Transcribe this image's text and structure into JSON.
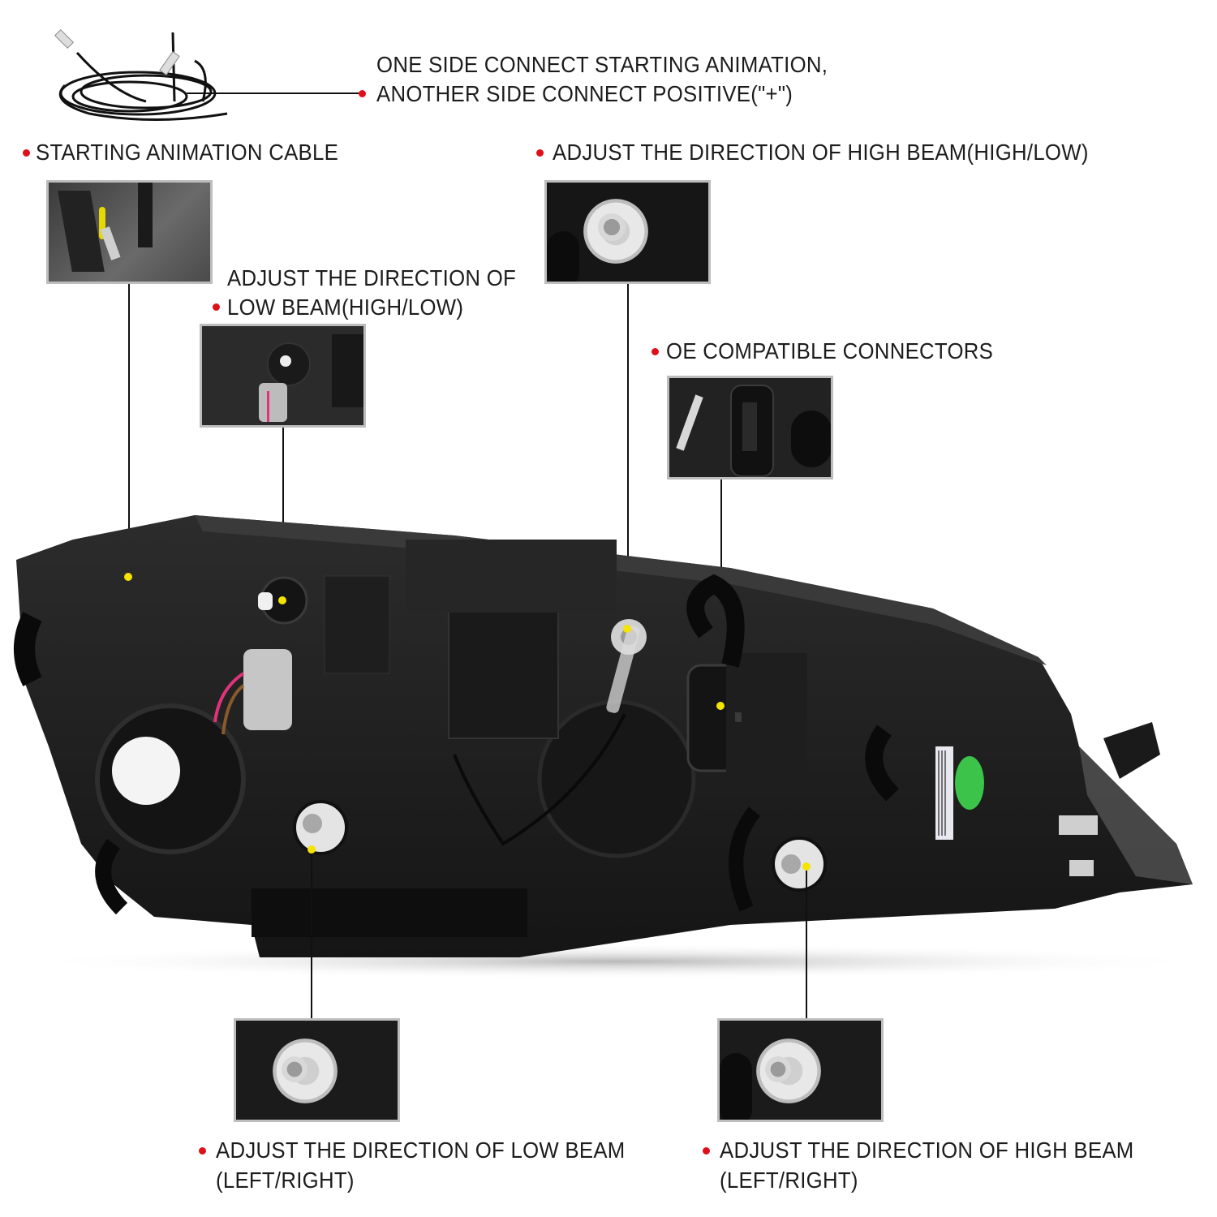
{
  "callouts": {
    "cable_note": {
      "line1": "ONE SIDE CONNECT STARTING ANIMATION,",
      "line2": "ANOTHER SIDE CONNECT POSITIVE(\"+\")"
    },
    "starting_animation_cable": {
      "label": "STARTING ANIMATION CABLE"
    },
    "high_beam_high_low": {
      "label": "ADJUST THE DIRECTION OF HIGH BEAM(HIGH/LOW)"
    },
    "low_beam_high_low": {
      "line1": "ADJUST THE DIRECTION OF",
      "line2": "LOW BEAM(HIGH/LOW)"
    },
    "oe_connectors": {
      "label": "OE COMPATIBLE CONNECTORS"
    },
    "low_beam_left_right": {
      "line1": "ADJUST THE DIRECTION OF LOW BEAM",
      "line2": "(LEFT/RIGHT)"
    },
    "high_beam_left_right": {
      "line1": "ADJUST THE DIRECTION OF HIGH BEAM",
      "line2": "(LEFT/RIGHT)"
    }
  },
  "colors": {
    "bullet": "#e0101a",
    "marker": "#f5e300",
    "thumb_border": "#bdbdbd",
    "housing": "#1e1e1e",
    "sticker_green": "#3cc34a"
  }
}
